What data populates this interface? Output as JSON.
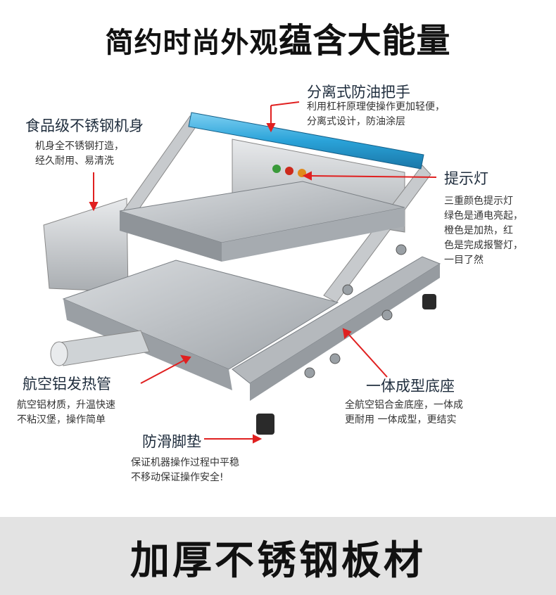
{
  "title": {
    "part1": "简约时尚外观",
    "part2": "蕴含大能量"
  },
  "features": [
    {
      "title": "分离式防油把手",
      "desc": [
        "利用杠杆原理使操作更加轻便，",
        "分离式设计，防油涂层"
      ]
    },
    {
      "title": "食品级不锈钢机身",
      "desc": [
        "机身全不锈钢打造，",
        "经久耐用、易清洗"
      ]
    },
    {
      "title": "提示灯",
      "desc": [
        "三重颜色提示灯",
        "绿色是通电亮起，",
        "橙色是加热，红",
        "色是完成报警灯，",
        "一目了然"
      ]
    },
    {
      "title": "航空铝发热管",
      "desc": [
        "航空铝材质，升温快速",
        "不粘汉堡，操作简单"
      ]
    },
    {
      "title": "一体成型底座",
      "desc": [
        "全航空铝合金底座，一体成",
        "更耐用 一体成型，更结实"
      ]
    },
    {
      "title": "防滑脚垫",
      "desc": [
        "保证机器操作过程中平稳",
        "不移动保证操作安全!"
      ]
    }
  ],
  "bottom": {
    "text": "加厚不锈钢板材"
  },
  "colors": {
    "accent_red": "#e02020",
    "handle_blue": "#2aa3d9",
    "steel": "#b8bcc0",
    "band": "#e3e3e3"
  },
  "indicator_lights": [
    "green",
    "red",
    "orange"
  ]
}
